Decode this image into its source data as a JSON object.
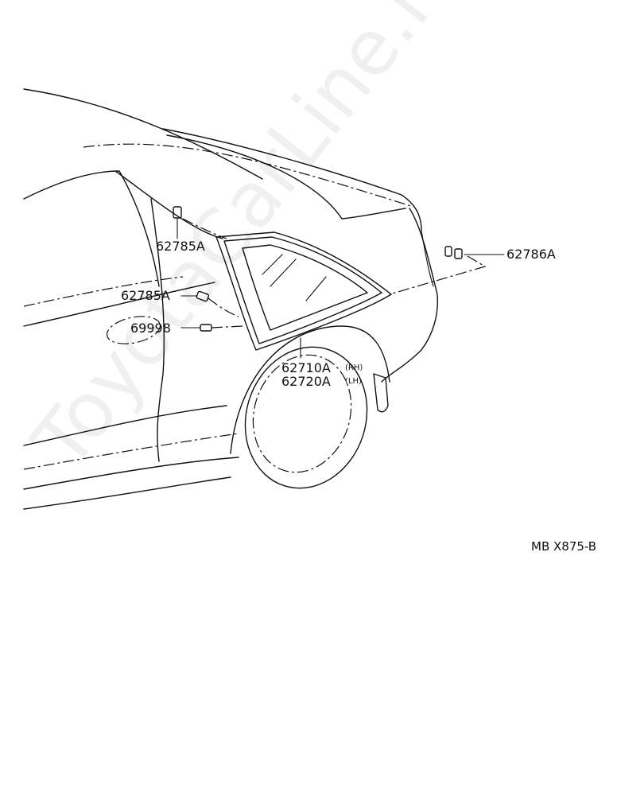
{
  "watermark": "ToyotaCarLine.ru",
  "parts": {
    "clip_upper": "62785A",
    "clip_lower": "62785A",
    "clip_rear": "62786A",
    "spacer": "69998",
    "glass_rh": "62710A",
    "glass_rh_side": "(RH)",
    "glass_lh": "62720A",
    "glass_lh_side": "(LH)"
  },
  "diagram_code": "MB X875-B"
}
